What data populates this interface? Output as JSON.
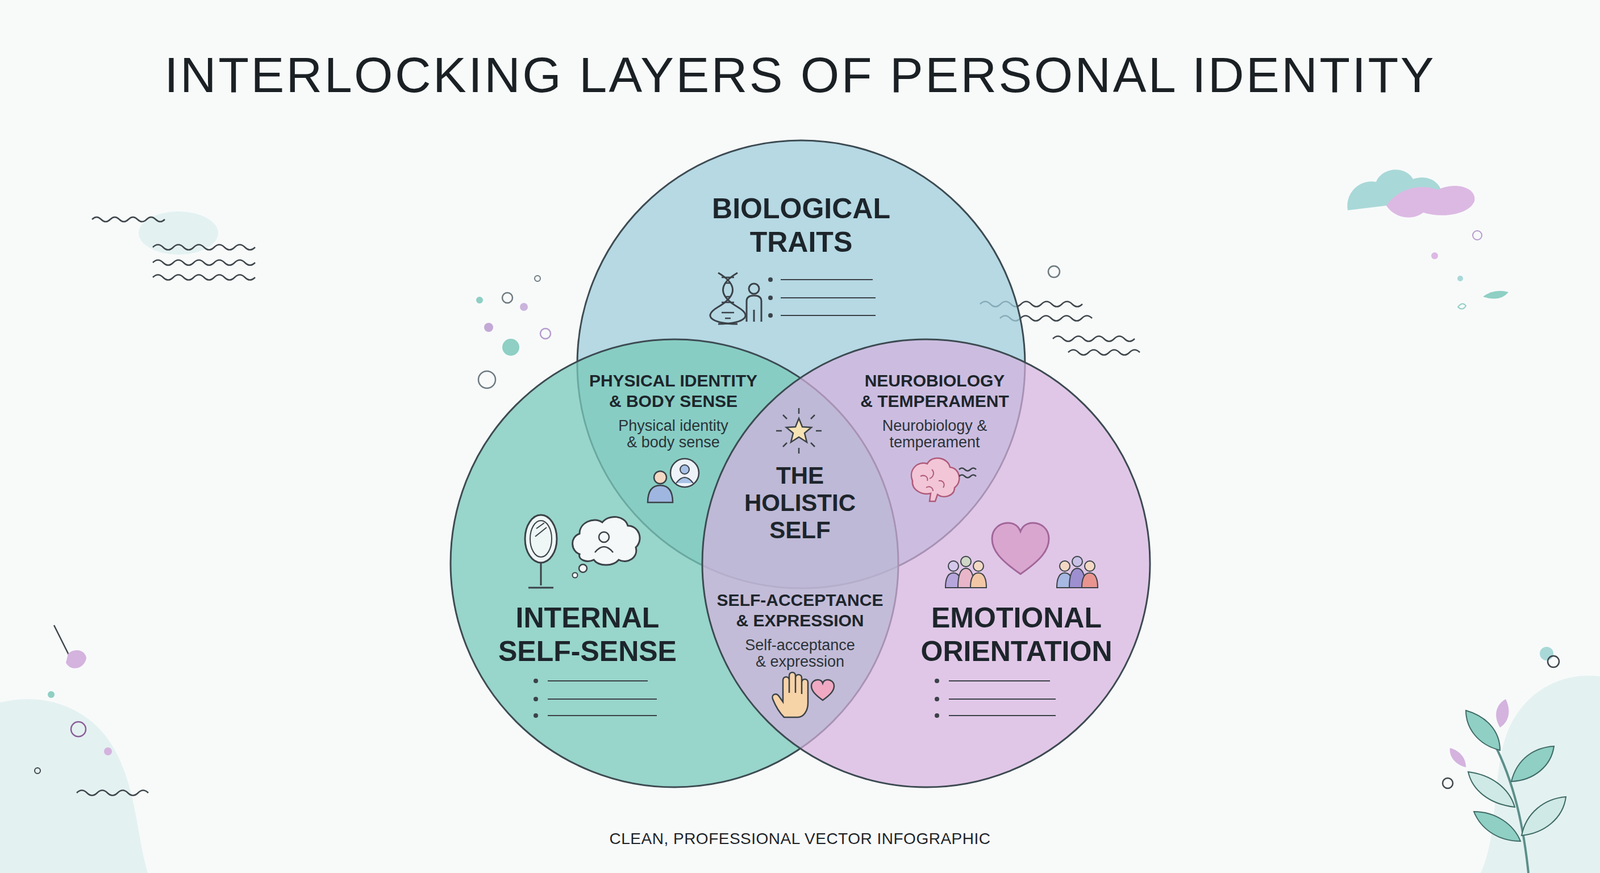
{
  "diagram": {
    "title": "INTERLOCKING LAYERS OF PERSONAL IDENTITY",
    "caption": "CLEAN, PROFESSIONAL VECTOR INFOGRAPHIC",
    "nodes": [
      {
        "text": [
          "BIOLOGICAL TRAITS"
        ]
      },
      {
        "text": [
          "PHYSICAL IDENTITY & BODY SENSE",
          "Physical identity & body sense"
        ]
      },
      {
        "text": [
          "NEUROBIOLOGY & TEMPERAMENT",
          "Neurobiology & temperament"
        ]
      },
      {
        "text": [
          "THE HOLISTIC SELF"
        ]
      },
      {
        "text": [
          "INTERNAL SELF-SENSE"
        ]
      },
      {
        "text": [
          "SELF-ACCEPTANCE & EXPRESSION",
          "Self-acceptance & expression"
        ]
      },
      {
        "text": [
          "EMOTIONAL ORIENTATION"
        ]
      }
    ]
  }
}
